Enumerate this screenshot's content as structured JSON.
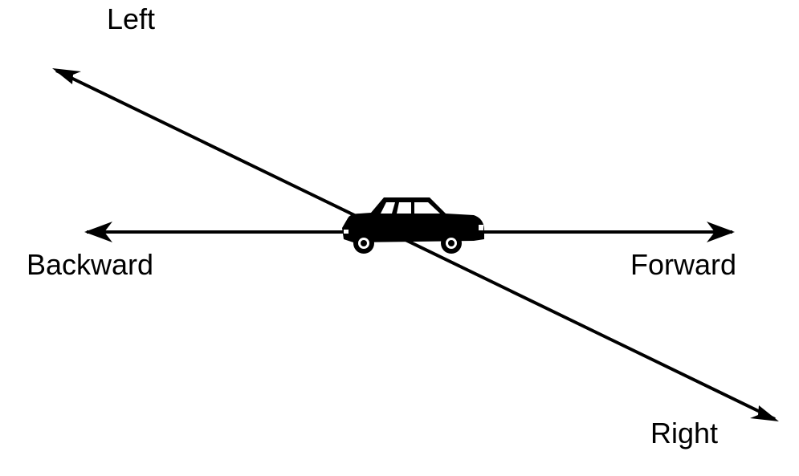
{
  "labels": {
    "left": "Left",
    "backward": "Backward",
    "forward": "Forward",
    "right": "Right"
  },
  "icons": {
    "vehicle": "car-icon"
  },
  "colors": {
    "ink": "#000000",
    "background": "#ffffff"
  }
}
